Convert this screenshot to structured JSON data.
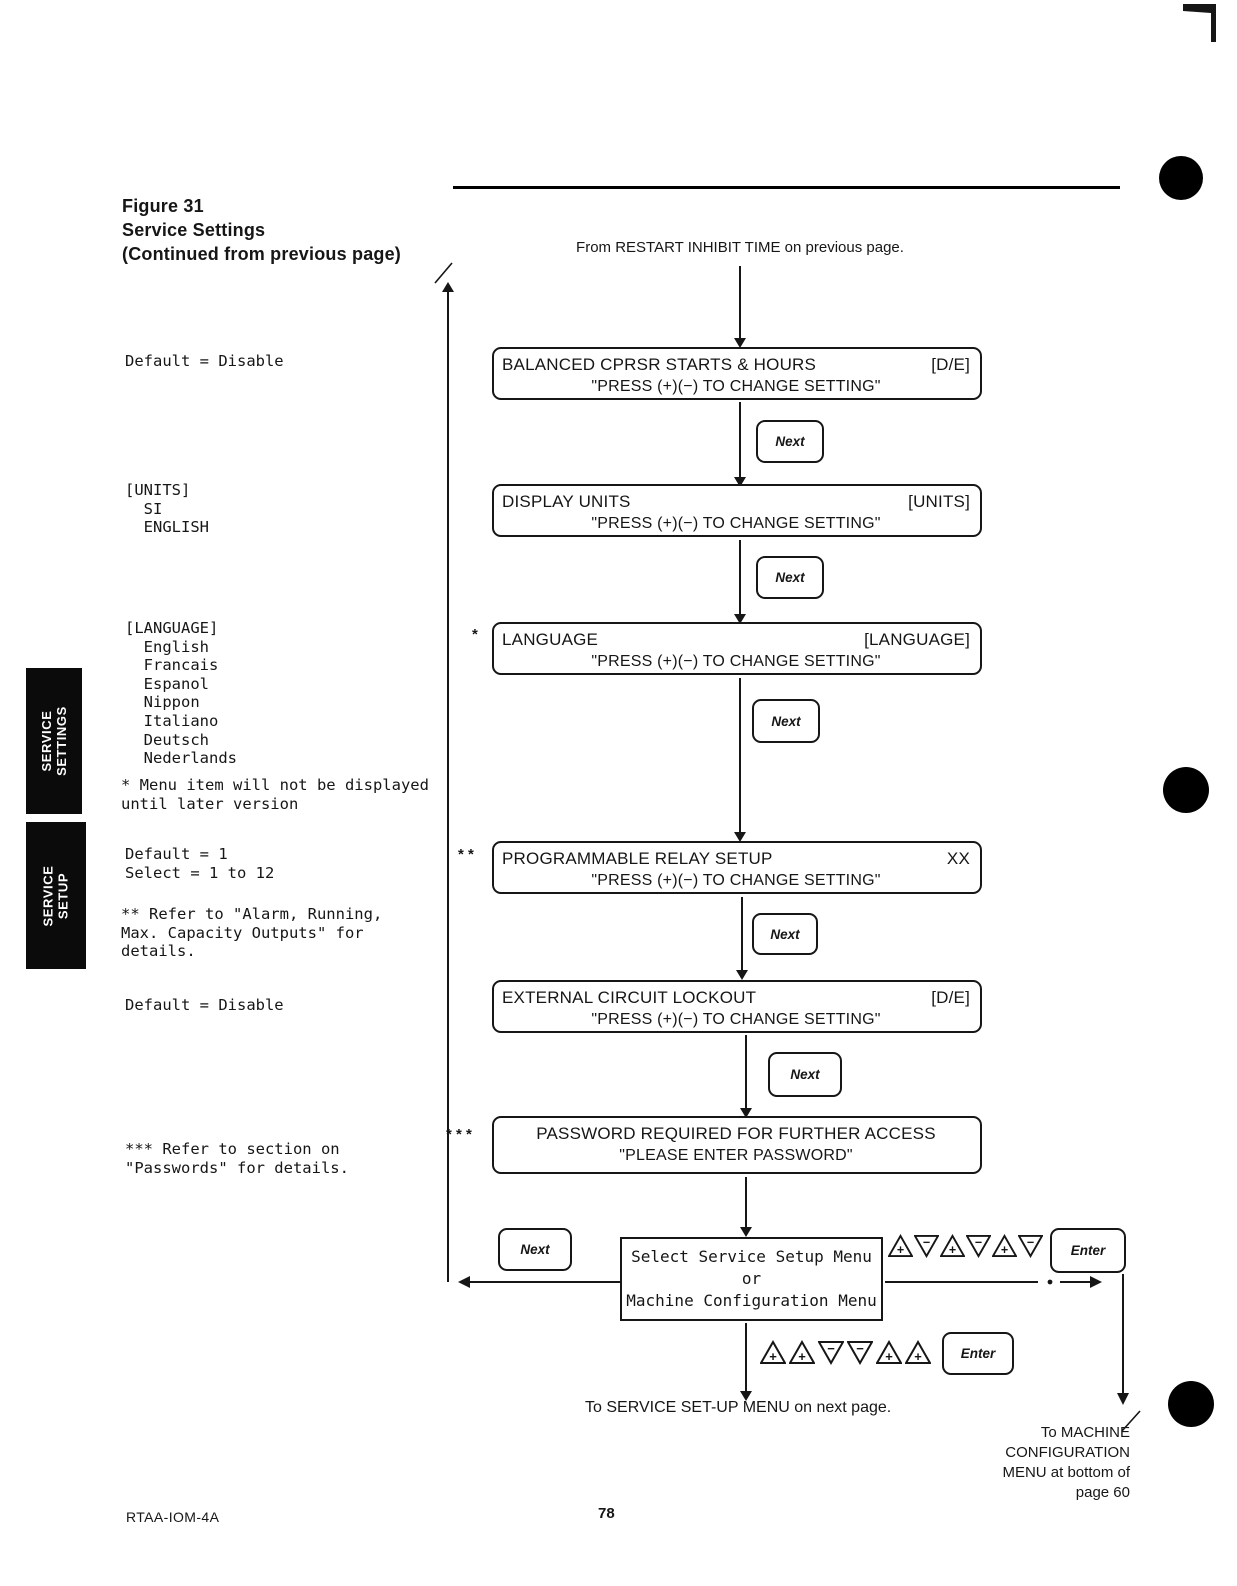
{
  "page": {
    "figure_label": "Figure 31",
    "figure_title": "Service Settings",
    "figure_subtitle": "(Continued from previous page)",
    "from_note": "From RESTART INHIBIT TIME on previous page.",
    "to_service_note": "To SERVICE SET-UP MENU on next page.",
    "to_machine_note": "To MACHINE\nCONFIGURATION\nMENU at bottom of\npage 60",
    "footer_doc_code": "RTAA-IOM-4A",
    "page_number": "78"
  },
  "sidebar": {
    "tabs": [
      {
        "label": "SERVICE\nSETTINGS"
      },
      {
        "label": "SERVICE\nSETUP"
      }
    ]
  },
  "notes": [
    {
      "text": "Default = Disable"
    },
    {
      "text": "[UNITS]\n  SI\n  ENGLISH"
    },
    {
      "text": "[LANGUAGE]\n  English\n  Francais\n  Espanol\n  Nippon\n  Italiano\n  Deutsch\n  Nederlands"
    },
    {
      "text": "* Menu item will not be displayed\nuntil later version"
    },
    {
      "text": "Default = 1\nSelect = 1 to 12"
    },
    {
      "text": "** Refer to \"Alarm, Running,\nMax. Capacity Outputs\" for\ndetails."
    },
    {
      "text": "Default = Disable"
    },
    {
      "text": "*** Refer to section on\n\"Passwords\" for details."
    }
  ],
  "flow": {
    "next_label": "Next",
    "enter_label": "Enter",
    "boxes": [
      {
        "marker": "",
        "title": "BALANCED CPRSR STARTS & HOURS",
        "value": "[D/E]",
        "subtitle": "\"PRESS (+)(−) TO CHANGE SETTING\""
      },
      {
        "marker": "",
        "title": "DISPLAY UNITS",
        "value": "[UNITS]",
        "subtitle": "\"PRESS (+)(−) TO CHANGE SETTING\""
      },
      {
        "marker": "*",
        "title": "LANGUAGE",
        "value": "[LANGUAGE]",
        "subtitle": "\"PRESS (+)(−) TO CHANGE SETTING\""
      },
      {
        "marker": "* *",
        "title": "PROGRAMMABLE RELAY SETUP",
        "value": "XX",
        "subtitle": "\"PRESS (+)(−) TO CHANGE SETTING\""
      },
      {
        "marker": "",
        "title": "EXTERNAL CIRCUIT LOCKOUT",
        "value": "[D/E]",
        "subtitle": "\"PRESS (+)(−) TO CHANGE SETTING\""
      },
      {
        "marker": "* * *",
        "title": "PASSWORD REQUIRED FOR FURTHER ACCESS",
        "value": "",
        "subtitle": "\"PLEASE ENTER PASSWORD\""
      }
    ],
    "select_box": "Select Service Setup Menu\nor\nMachine Configuration Menu",
    "keys": {
      "plus": "+",
      "minus": "−",
      "row1": [
        "up",
        "down",
        "up",
        "down",
        "up",
        "down"
      ],
      "row2": [
        "up",
        "up",
        "down",
        "down",
        "up",
        "up"
      ]
    }
  }
}
